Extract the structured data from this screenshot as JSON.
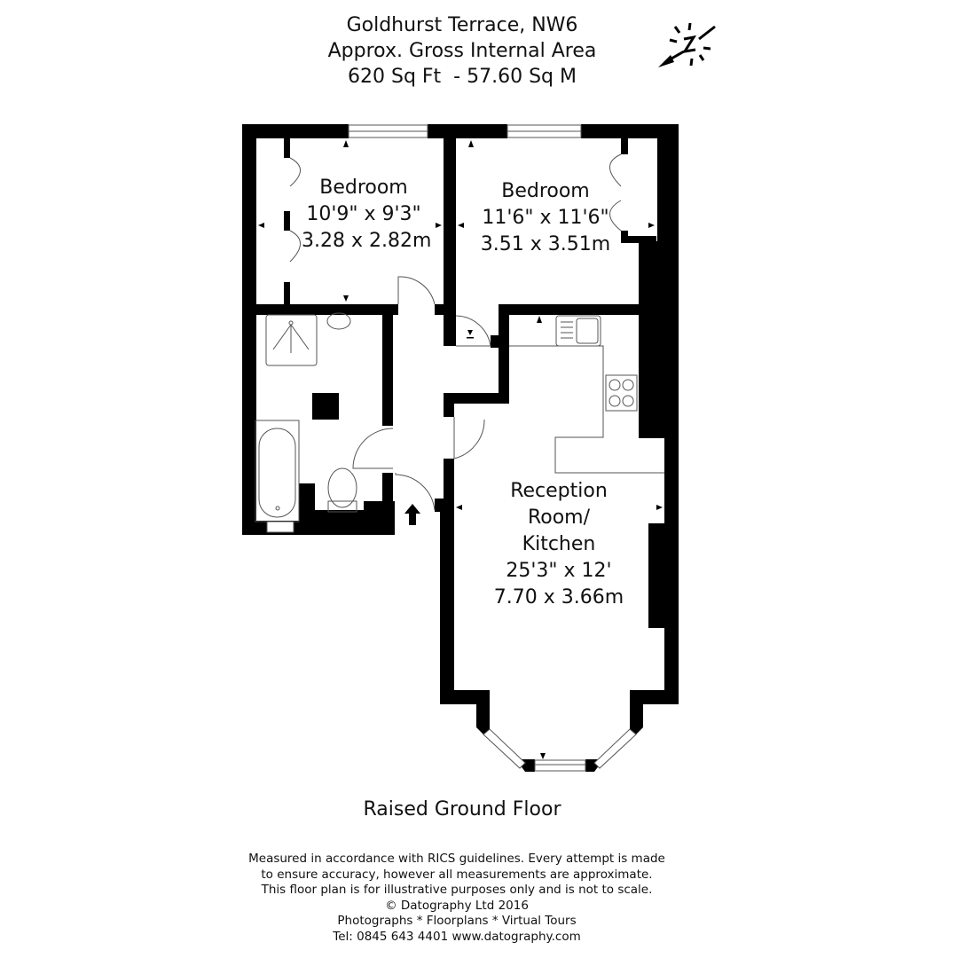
{
  "header": {
    "address": "Goldhurst Terrace, NW6",
    "area_label": "Approx. Gross Internal Area",
    "area_value": "620 Sq Ft  - 57.60 Sq M"
  },
  "compass": {
    "label": "N",
    "icon": "north-arrow-icon"
  },
  "rooms": [
    {
      "name": "Bedroom",
      "imperial": "10'9\" x 9'3\"",
      "metric": "3.28 x 2.82m"
    },
    {
      "name": "Bedroom",
      "imperial": "11'6\" x 11'6\"",
      "metric": "3.51 x 3.51m"
    },
    {
      "name_line1": "Reception",
      "name_line2": "Room/",
      "name_line3": "Kitchen",
      "imperial": "25'3\" x 12'",
      "metric": "7.70 x 3.66m"
    }
  ],
  "floor_title": "Raised Ground Floor",
  "disclaimer": {
    "line1": "Measured in accordance with RICS guidelines. Every attempt is made",
    "line2": "to ensure accuracy, however all measurements are approximate.",
    "line3": "This floor plan is for illustrative purposes only and is not to scale.",
    "line4": "© Datography Ltd 2016",
    "line5": "Photographs * Floorplans * Virtual Tours",
    "line6": "Tel: 0845 643 4401 www.datography.com"
  },
  "colors": {
    "wall": "#000000",
    "background": "#ffffff",
    "fixture_line": "#555555"
  }
}
